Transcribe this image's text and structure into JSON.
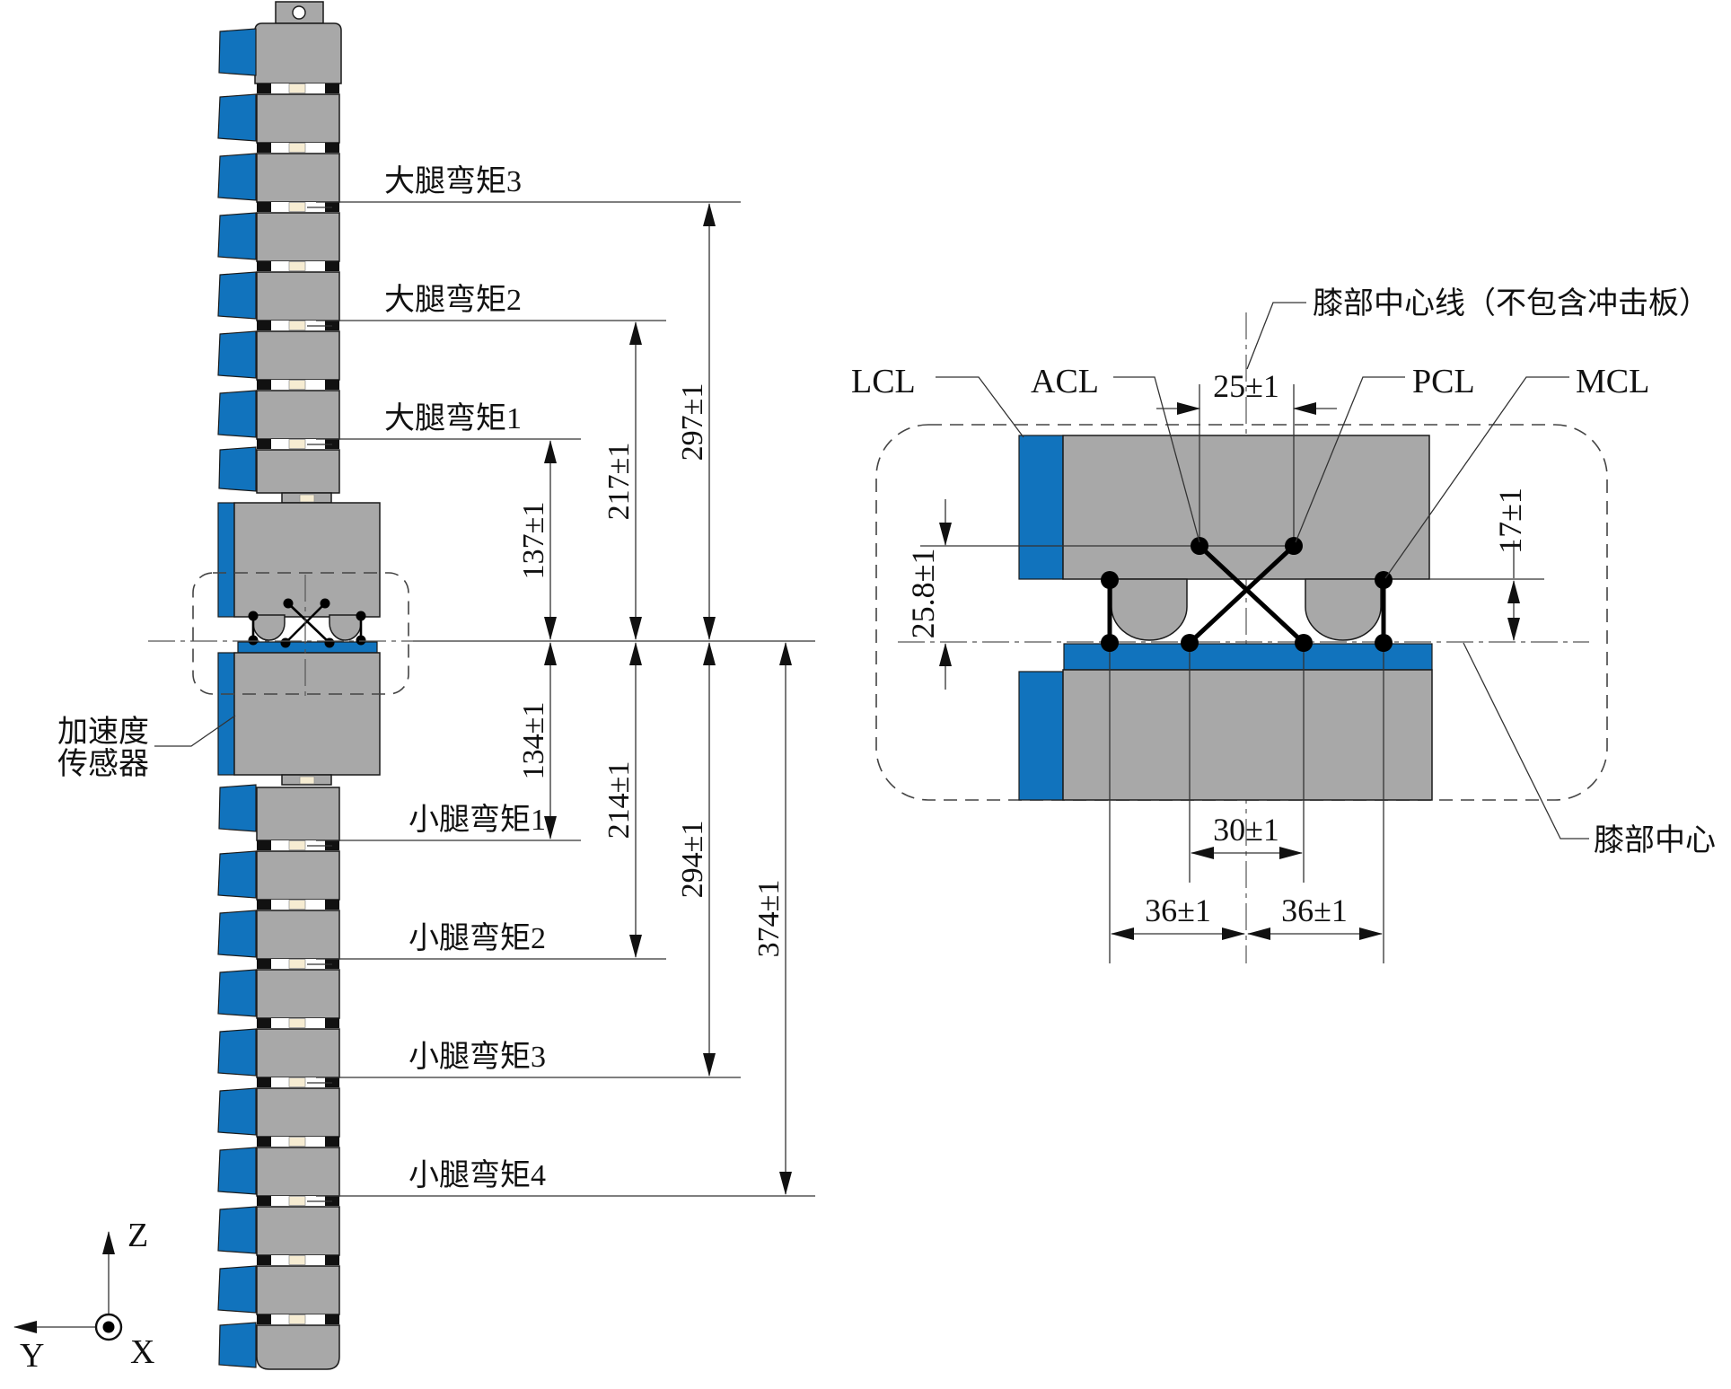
{
  "left_view": {
    "femur_moment_labels": [
      "大腿弯矩3",
      "大腿弯矩2",
      "大腿弯矩1"
    ],
    "tibia_moment_labels": [
      "小腿弯矩1",
      "小腿弯矩2",
      "小腿弯矩3",
      "小腿弯矩4"
    ],
    "accelerometer_label": {
      "line1": "加速度",
      "line2": "传感器"
    },
    "dims": {
      "femur3": "297±1",
      "femur2": "217±1",
      "femur1": "137±1",
      "tibia1": "134±1",
      "tibia2": "214±1",
      "tibia3": "294±1",
      "tibia4": "374±1"
    }
  },
  "right_view": {
    "knee_centerline_label": "膝部中心线（不包含冲击板）",
    "knee_center_label": "膝部中心",
    "ligaments": {
      "lcl": "LCL",
      "acl": "ACL",
      "pcl": "PCL",
      "mcl": "MCL"
    },
    "dims": {
      "acl_pcl_spacing": "25±1",
      "acl_depth": "25.8±1",
      "mcl_height": "17±1",
      "condyle_inner": "30±1",
      "left_half": "36±1",
      "right_half": "36±1"
    }
  },
  "axes": {
    "x": "X",
    "y": "Y",
    "z": "Z"
  },
  "colors": {
    "blue": "#1173bd",
    "gray": "#a8a8a8",
    "beige": "#f6ecd2"
  }
}
